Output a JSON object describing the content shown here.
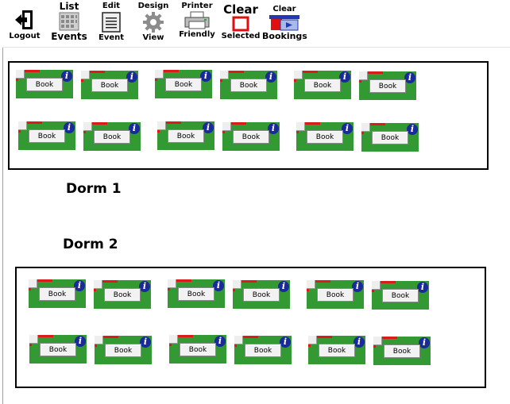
{
  "toolbar": {
    "logout": {
      "label": "Logout"
    },
    "list_events": {
      "top": "List",
      "bottom": "Events"
    },
    "edit_event": {
      "top": "Edit",
      "bottom": "Event"
    },
    "design_view": {
      "top": "Design",
      "bottom": "View"
    },
    "printer_friendly": {
      "top": "Printer",
      "bottom": "Friendly"
    },
    "clear_selected": {
      "top": "Clear",
      "bottom": "Selected"
    },
    "clear_bookings": {
      "top": "Clear",
      "bottom": "Bookings"
    }
  },
  "dorms": [
    {
      "title": "Dorm 1"
    },
    {
      "title": "Dorm 2"
    }
  ],
  "bed": {
    "book_label": "Book",
    "info_symbol": "i"
  },
  "colors": {
    "bed_available": "#339933",
    "bed_marker": "#d81b1b",
    "info_badge": "#1a2a9a"
  }
}
